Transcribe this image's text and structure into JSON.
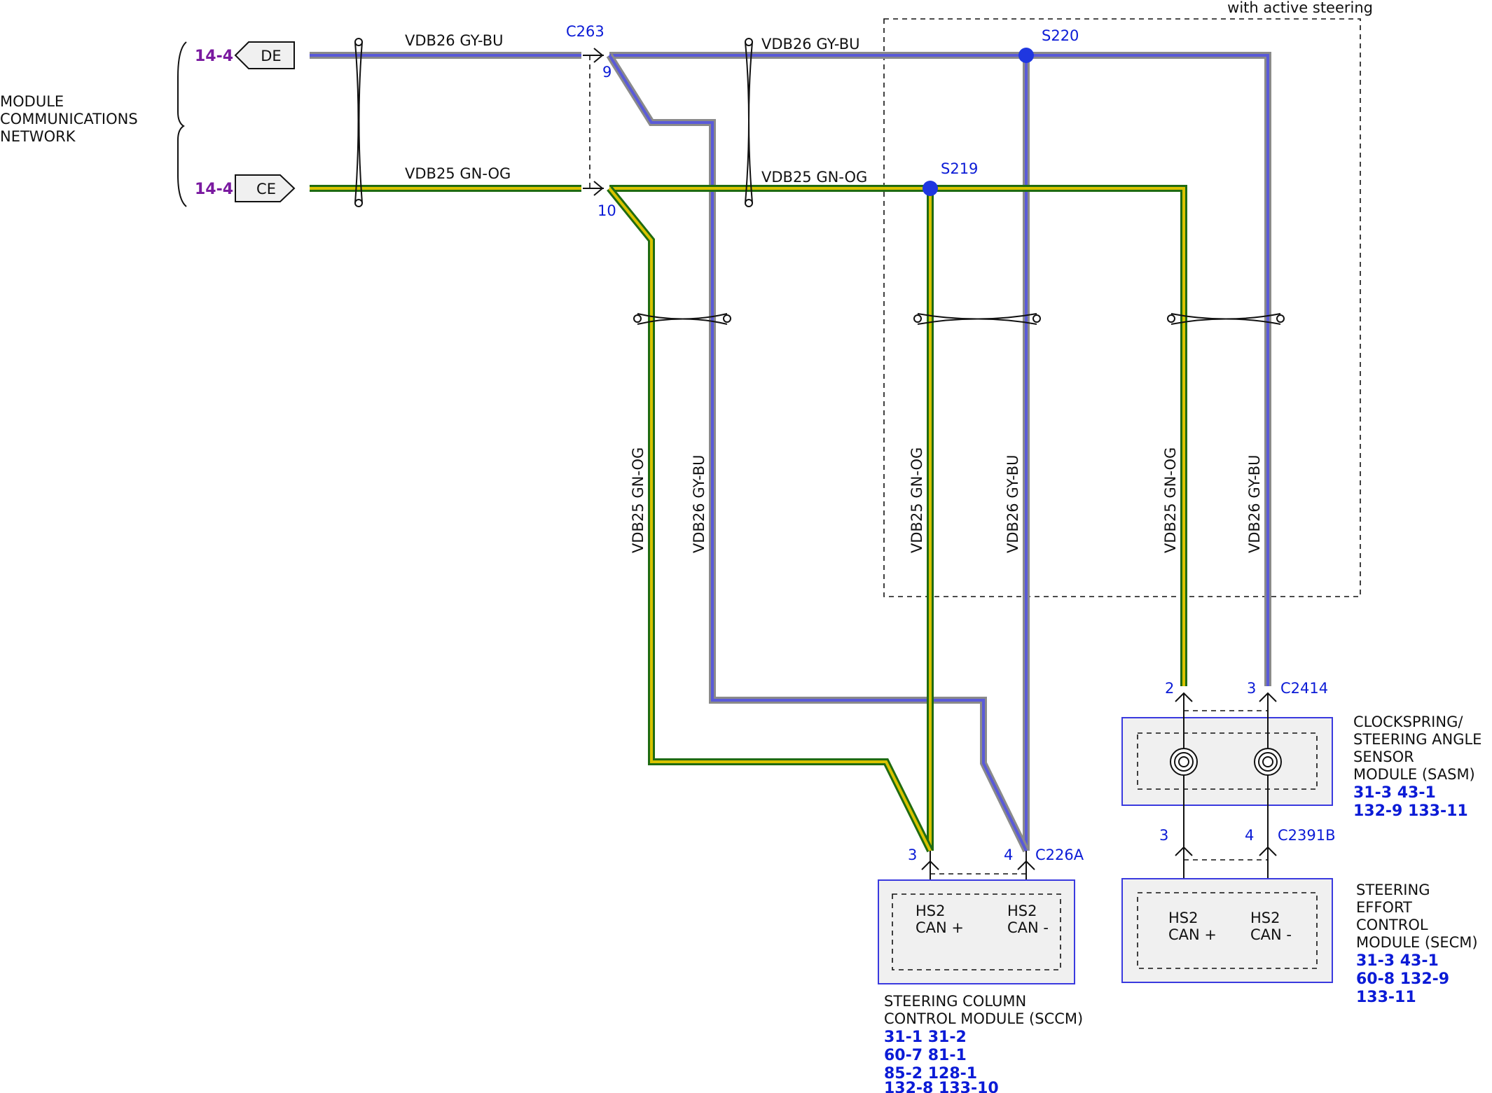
{
  "network": {
    "title_lines": [
      "MODULE",
      "COMMUNICATIONS",
      "NETWORK"
    ],
    "connectors": [
      {
        "ref": "14-4",
        "label": "DE"
      },
      {
        "ref": "14-4",
        "label": "CE"
      }
    ]
  },
  "option_box_label": "with active steering",
  "wires": {
    "h_gybu_1": "VDB26  GY-BU",
    "h_gnog_1": "VDB25  GN-OG",
    "h_gybu_2": "VDB26  GY-BU",
    "h_gnog_2": "VDB25  GN-OG",
    "v1": "VDB25  GN-OG",
    "v2": "VDB26  GY-BU",
    "v3": "VDB25  GN-OG",
    "v4": "VDB26  GY-BU",
    "v5": "VDB25  GN-OG",
    "v6": "VDB26  GY-BU"
  },
  "inline_connector": {
    "name": "C263",
    "pin_top": "9",
    "pin_bottom": "10"
  },
  "splices": {
    "s220": "S220",
    "s219": "S219"
  },
  "modules": {
    "sccm": {
      "connector": "C226A",
      "pin_plus": "3",
      "pin_minus": "4",
      "pin_label_plus": [
        "HS2",
        "CAN +"
      ],
      "pin_label_minus": [
        "HS2",
        "CAN -"
      ],
      "name_lines": [
        "STEERING COLUMN",
        "CONTROL MODULE (SCCM)"
      ],
      "refs": [
        "31-1   31-2",
        "60-7   81-1",
        "85-2   128-1",
        "132-8   133-10"
      ]
    },
    "sasm": {
      "connector": "C2414",
      "pin_plus": "2",
      "pin_minus": "3",
      "name_lines": [
        "CLOCKSPRING/",
        "STEERING ANGLE",
        "SENSOR",
        "MODULE (SASM)"
      ],
      "refs": [
        "31-3   43-1",
        "132-9   133-11"
      ]
    },
    "secm": {
      "connector": "C2391B",
      "pin_plus": "3",
      "pin_minus": "4",
      "pin_label_plus": [
        "HS2",
        "CAN +"
      ],
      "pin_label_minus": [
        "HS2",
        "CAN -"
      ],
      "name_lines": [
        "STEERING",
        "EFFORT",
        "CONTROL",
        "MODULE (SECM)"
      ],
      "refs": [
        "31-3   43-1",
        "60-8   132-9",
        "133-11"
      ]
    }
  },
  "colors": {
    "gybu_outer": "#8a8a8a",
    "gybu_inner": "#5a5ad8",
    "gnog_outer": "#1f6b12",
    "gnog_inner": "#d9c300",
    "splice": "#1f37e0",
    "ref_blue": "#0b1bd6",
    "ref_purple": "#7a1aa0"
  }
}
